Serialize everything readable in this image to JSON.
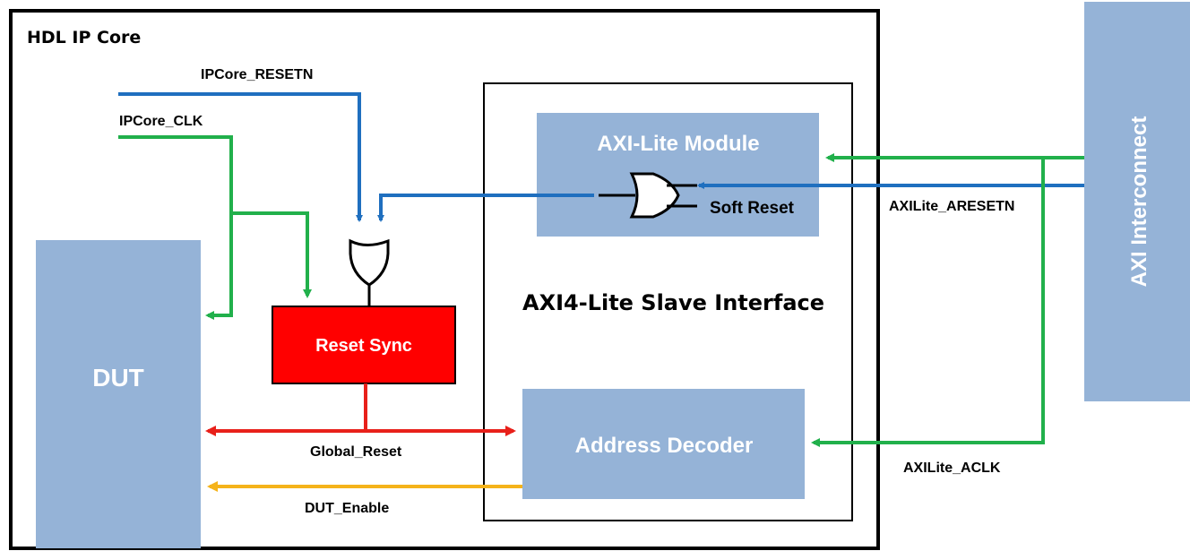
{
  "title": "HDL IP Core",
  "colors": {
    "reset_blue": "#1f6fbf",
    "clk_green": "#21b04b",
    "global_reset_red": "#e8201a",
    "enable_orange": "#f5b31a",
    "block_blue": "#95b3d7",
    "reset_sync_red": "#ff0000"
  },
  "blocks": {
    "dut": "DUT",
    "reset_sync": "Reset Sync",
    "axi_lite_module": "AXI-Lite Module",
    "soft_reset": "Soft Reset",
    "axi4_lite_slave_interface": "AXI4-Lite Slave Interface",
    "address_decoder": "Address Decoder",
    "axi_interconnect": "AXI Interconnect"
  },
  "signals": {
    "ipcore_resetn": "IPCore_RESETN",
    "ipcore_clk": "IPCore_CLK",
    "axilite_aresetn": "AXILite_ARESETN",
    "axilite_aclk": "AXILite_ACLK",
    "global_reset": "Global_Reset",
    "dut_enable": "DUT_Enable"
  },
  "icons": [
    "or-gate-icon",
    "or-gate-icon"
  ]
}
